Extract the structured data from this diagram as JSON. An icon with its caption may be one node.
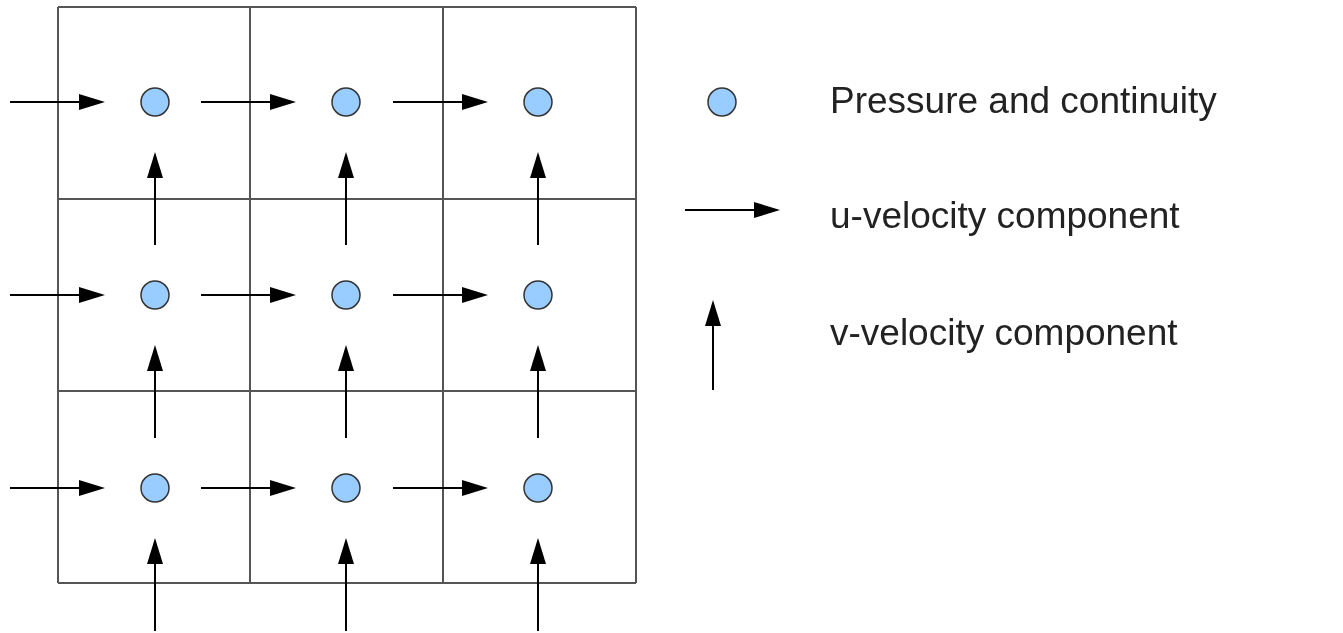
{
  "diagram": {
    "legend": [
      {
        "text": "Pressure and continuity"
      },
      {
        "text": "u-velocity component"
      },
      {
        "text": "v-velocity component"
      }
    ]
  }
}
